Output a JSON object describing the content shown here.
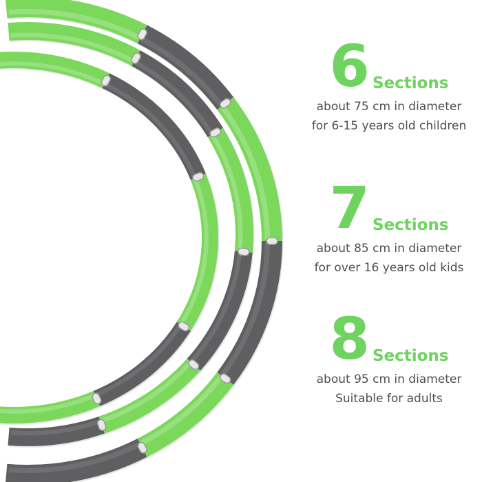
{
  "colors": {
    "green": "#7bd85b",
    "grey": "#5f5f61",
    "accent_text": "#6ed35f",
    "body_text": "#4e4e4e"
  },
  "hoops": [
    {
      "number": "6",
      "sections_word": "Sections",
      "line1": "about 75 cm in diameter",
      "line2": "for 6-15 years old children"
    },
    {
      "number": "7",
      "sections_word": "Sections",
      "line1": "about 85 cm in diameter",
      "line2": "for over 16 years old kids"
    },
    {
      "number": "8",
      "sections_word": "Sections",
      "line1": "about 95 cm in diameter",
      "line2": "Suitable for adults"
    }
  ]
}
